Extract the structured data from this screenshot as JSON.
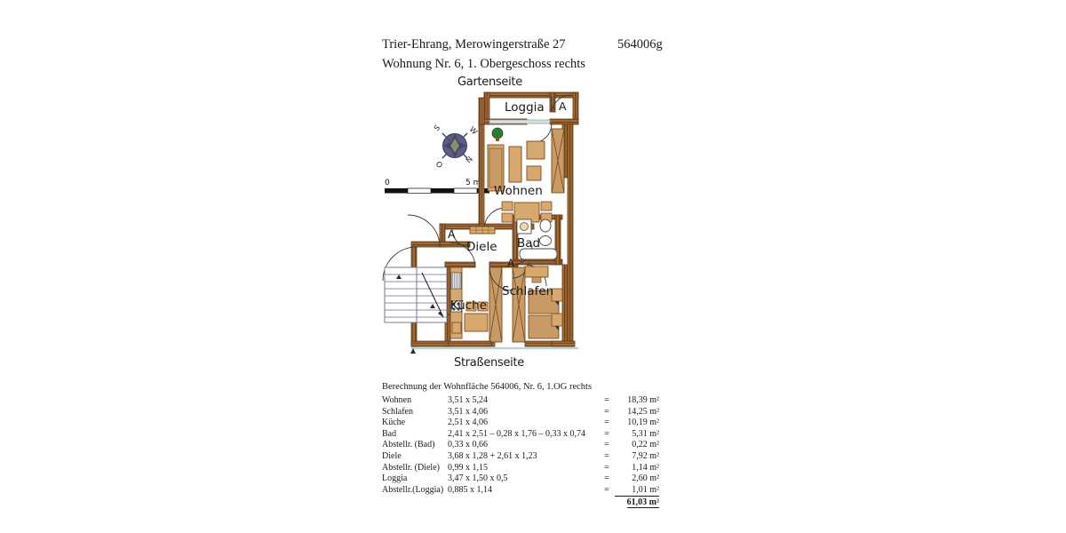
{
  "header": {
    "title": "Trier-Ehrang, Merowingerstraße 27",
    "code": "564006g",
    "subtitle": "Wohnung Nr. 6, 1. Obergeschoss rechts"
  },
  "plan": {
    "side_top_label": "Gartenseite",
    "side_bottom_label": "Straßenseite",
    "scale_bar": {
      "start": "0",
      "end": "5 m"
    },
    "compass": {
      "upper_left": "S",
      "upper_right": "W",
      "lower_left": "O",
      "lower_right": "N"
    },
    "rooms": [
      {
        "key": "loggia",
        "label": "Loggia"
      },
      {
        "key": "wohnen",
        "label": "Wohnen"
      },
      {
        "key": "diele",
        "label": "Diele"
      },
      {
        "key": "bad",
        "label": "Bad"
      },
      {
        "key": "kueche",
        "label": "Küche"
      },
      {
        "key": "schlafen",
        "label": "Schlafen"
      }
    ],
    "storage_markers": [
      {
        "key": "abstell-loggia",
        "label": "A"
      },
      {
        "key": "abstell-diele",
        "label": "A"
      },
      {
        "key": "abstell-bad",
        "label": "A"
      }
    ],
    "colors": {
      "wall": "#8a5a2b",
      "wall_dark": "#5e3a18",
      "furniture": "#c89a66",
      "furniture_light": "#e0b584",
      "plant": "#2f7a31",
      "compass": "#4a4a6e",
      "window": "#c8d4d8"
    }
  },
  "calc": {
    "title": "Berechnung der Wohnfläche 564006, Nr. 6, 1.OG rechts",
    "eq": "=",
    "rows": [
      {
        "name": "Wohnen",
        "formula": "3,51 x 5,24",
        "value": "18,39 m²"
      },
      {
        "name": "Schlafen",
        "formula": "3,51 x 4,06",
        "value": "14,25 m²"
      },
      {
        "name": "Küche",
        "formula": "2,51 x 4,06",
        "value": "10,19 m²"
      },
      {
        "name": "Bad",
        "formula": "2,41 x 2,51 – 0,28 x 1,76 – 0,33 x 0,74",
        "value": "5,31 m²"
      },
      {
        "name": "Abstellr. (Bad)",
        "formula": "0,33 x 0,66",
        "value": "0,22 m²"
      },
      {
        "name": "Diele",
        "formula": "3,68 x 1,28 + 2,61 x 1,23",
        "value": "7,92 m²"
      },
      {
        "name": "Abstellr. (Diele)",
        "formula": "0,99 x 1,15",
        "value": "1,14 m²"
      },
      {
        "name": "Loggia",
        "formula": "3,47 x 1,50 x 0,5",
        "value": "2,60 m²"
      },
      {
        "name": "Abstellr.(Loggia)",
        "formula": "0,885 x 1,14",
        "value": "1,01 m²"
      }
    ],
    "total": "61,03 m²"
  }
}
